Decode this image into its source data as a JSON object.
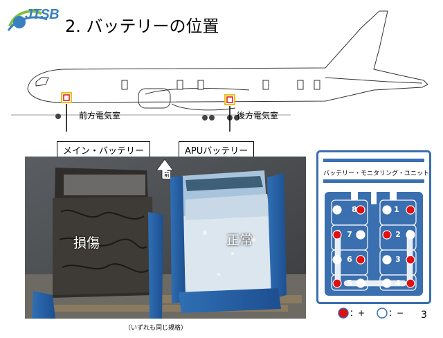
{
  "logo": {
    "text": "JTSB"
  },
  "title": "2. バッテリーの位置",
  "aircraft": {
    "front_compartment": "前方電気室",
    "rear_compartment": "後方電気室",
    "main_battery": "メイン・バッテリー",
    "apu_battery": "APUバッテリー"
  },
  "photo": {
    "damaged": "損傷",
    "normal": "正常",
    "front_arrow": "前",
    "caption": "（いずれも同じ規格）"
  },
  "diagram": {
    "monitor_unit": "バッテリー・モニタリング・ユニット",
    "cells": [
      "1",
      "2",
      "3",
      "4",
      "5",
      "6",
      "7",
      "8"
    ]
  },
  "legend": {
    "positive": "：+",
    "negative": "：−"
  },
  "page_number": "3",
  "colors": {
    "positive_terminal": "#e01010",
    "frame": "#3a6fb0",
    "highlight_box": "#e8c020"
  }
}
